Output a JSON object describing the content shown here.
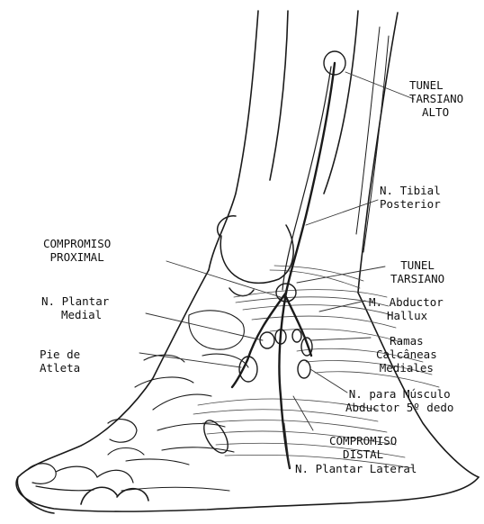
{
  "labels": {
    "tunel_tarsiano_alto": [
      "TUNEL",
      "TARSIANO",
      "ALTO"
    ],
    "n_tibial_posterior": [
      "N. Tibial",
      "Posterior"
    ],
    "compromiso_proximal": [
      "COMPROMISO",
      "PROXIMAL"
    ],
    "tunel_tarsiano": [
      "TUNEL",
      "TARSIANO"
    ],
    "n_plantar_medial": [
      "N. Plantar",
      "Medial"
    ],
    "m_abductor_hallux": [
      "M. Abductor",
      "Hallux"
    ],
    "ramas_calcaneas_mediales": [
      "Ramas",
      "Calcâneas",
      "Mediales"
    ],
    "pie_de_atleta": [
      "Pie de",
      "Atleta"
    ],
    "n_para_musculo_abductor": [
      "N. para Músculo",
      "Abductor 5º dedo"
    ],
    "compromiso_distal": [
      "COMPROMISO",
      "DISTAL"
    ],
    "n_plantar_lateral": [
      "N. Plantar Lateral"
    ]
  }
}
